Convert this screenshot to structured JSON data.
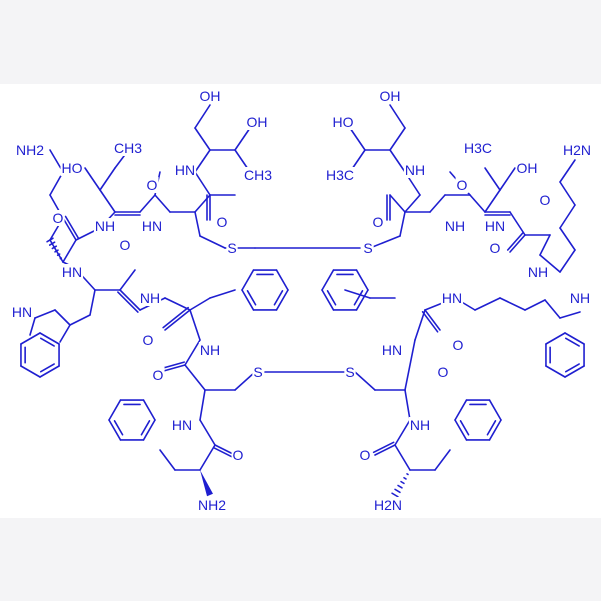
{
  "molecule": {
    "color": "#1f1fd0",
    "labels": {
      "nh2_lys_left": "NH2",
      "nh2_lys_right": "H2N",
      "nh2_phe_left": "NH2",
      "nh2_phe_right": "H2N",
      "ho_thr_left": "HO",
      "ch3_thr_left": "CH3",
      "oh_thr_right": "OH",
      "h3c_thr_right": "H3C",
      "oh_thrOl_left_top": "OH",
      "oh_thrOl_left": "OH",
      "ch3_thrOl_left": "CH3",
      "oh_thrOl_right_top": "OH",
      "ho_thrOl_right": "HO",
      "h3c_thrOl_right": "H3C",
      "hn_indole_left": "HN",
      "nh_indole_right": "NH",
      "s1": "S",
      "s2": "S",
      "s3": "S",
      "s4": "S",
      "o": "O",
      "nh": "NH",
      "hn": "HN",
      "n": "N",
      "h": "H"
    }
  }
}
